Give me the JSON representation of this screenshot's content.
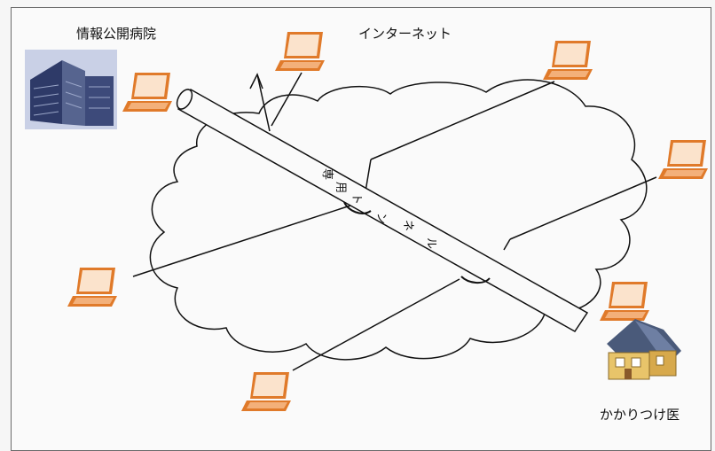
{
  "labels": {
    "hospital": "情報公開病院",
    "internet": "インターネット",
    "clinic": "かかりつけ医"
  },
  "tunnel": {
    "chars": [
      "専",
      "用",
      "ト",
      "ン",
      "ネ",
      "ル"
    ]
  },
  "colors": {
    "laptop": "#e07a2a",
    "laptop_screen": "#f3b07a",
    "building": "#3d4a7a",
    "house_wall": "#e8c46a",
    "house_roof": "#4a5a7a"
  }
}
